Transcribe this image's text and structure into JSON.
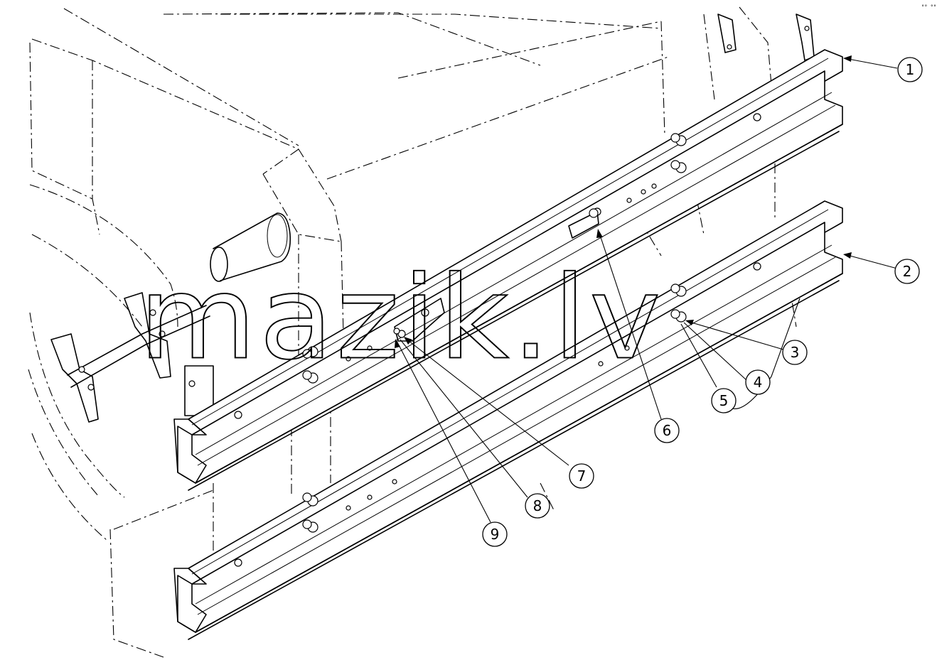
{
  "watermark": "mazik.lv",
  "corner_code": "°° °°°",
  "callouts": [
    {
      "label": "1"
    },
    {
      "label": "2"
    },
    {
      "label": "3"
    },
    {
      "label": "4"
    },
    {
      "label": "5"
    },
    {
      "label": "6"
    },
    {
      "label": "7"
    },
    {
      "label": "8"
    },
    {
      "label": "9"
    }
  ]
}
